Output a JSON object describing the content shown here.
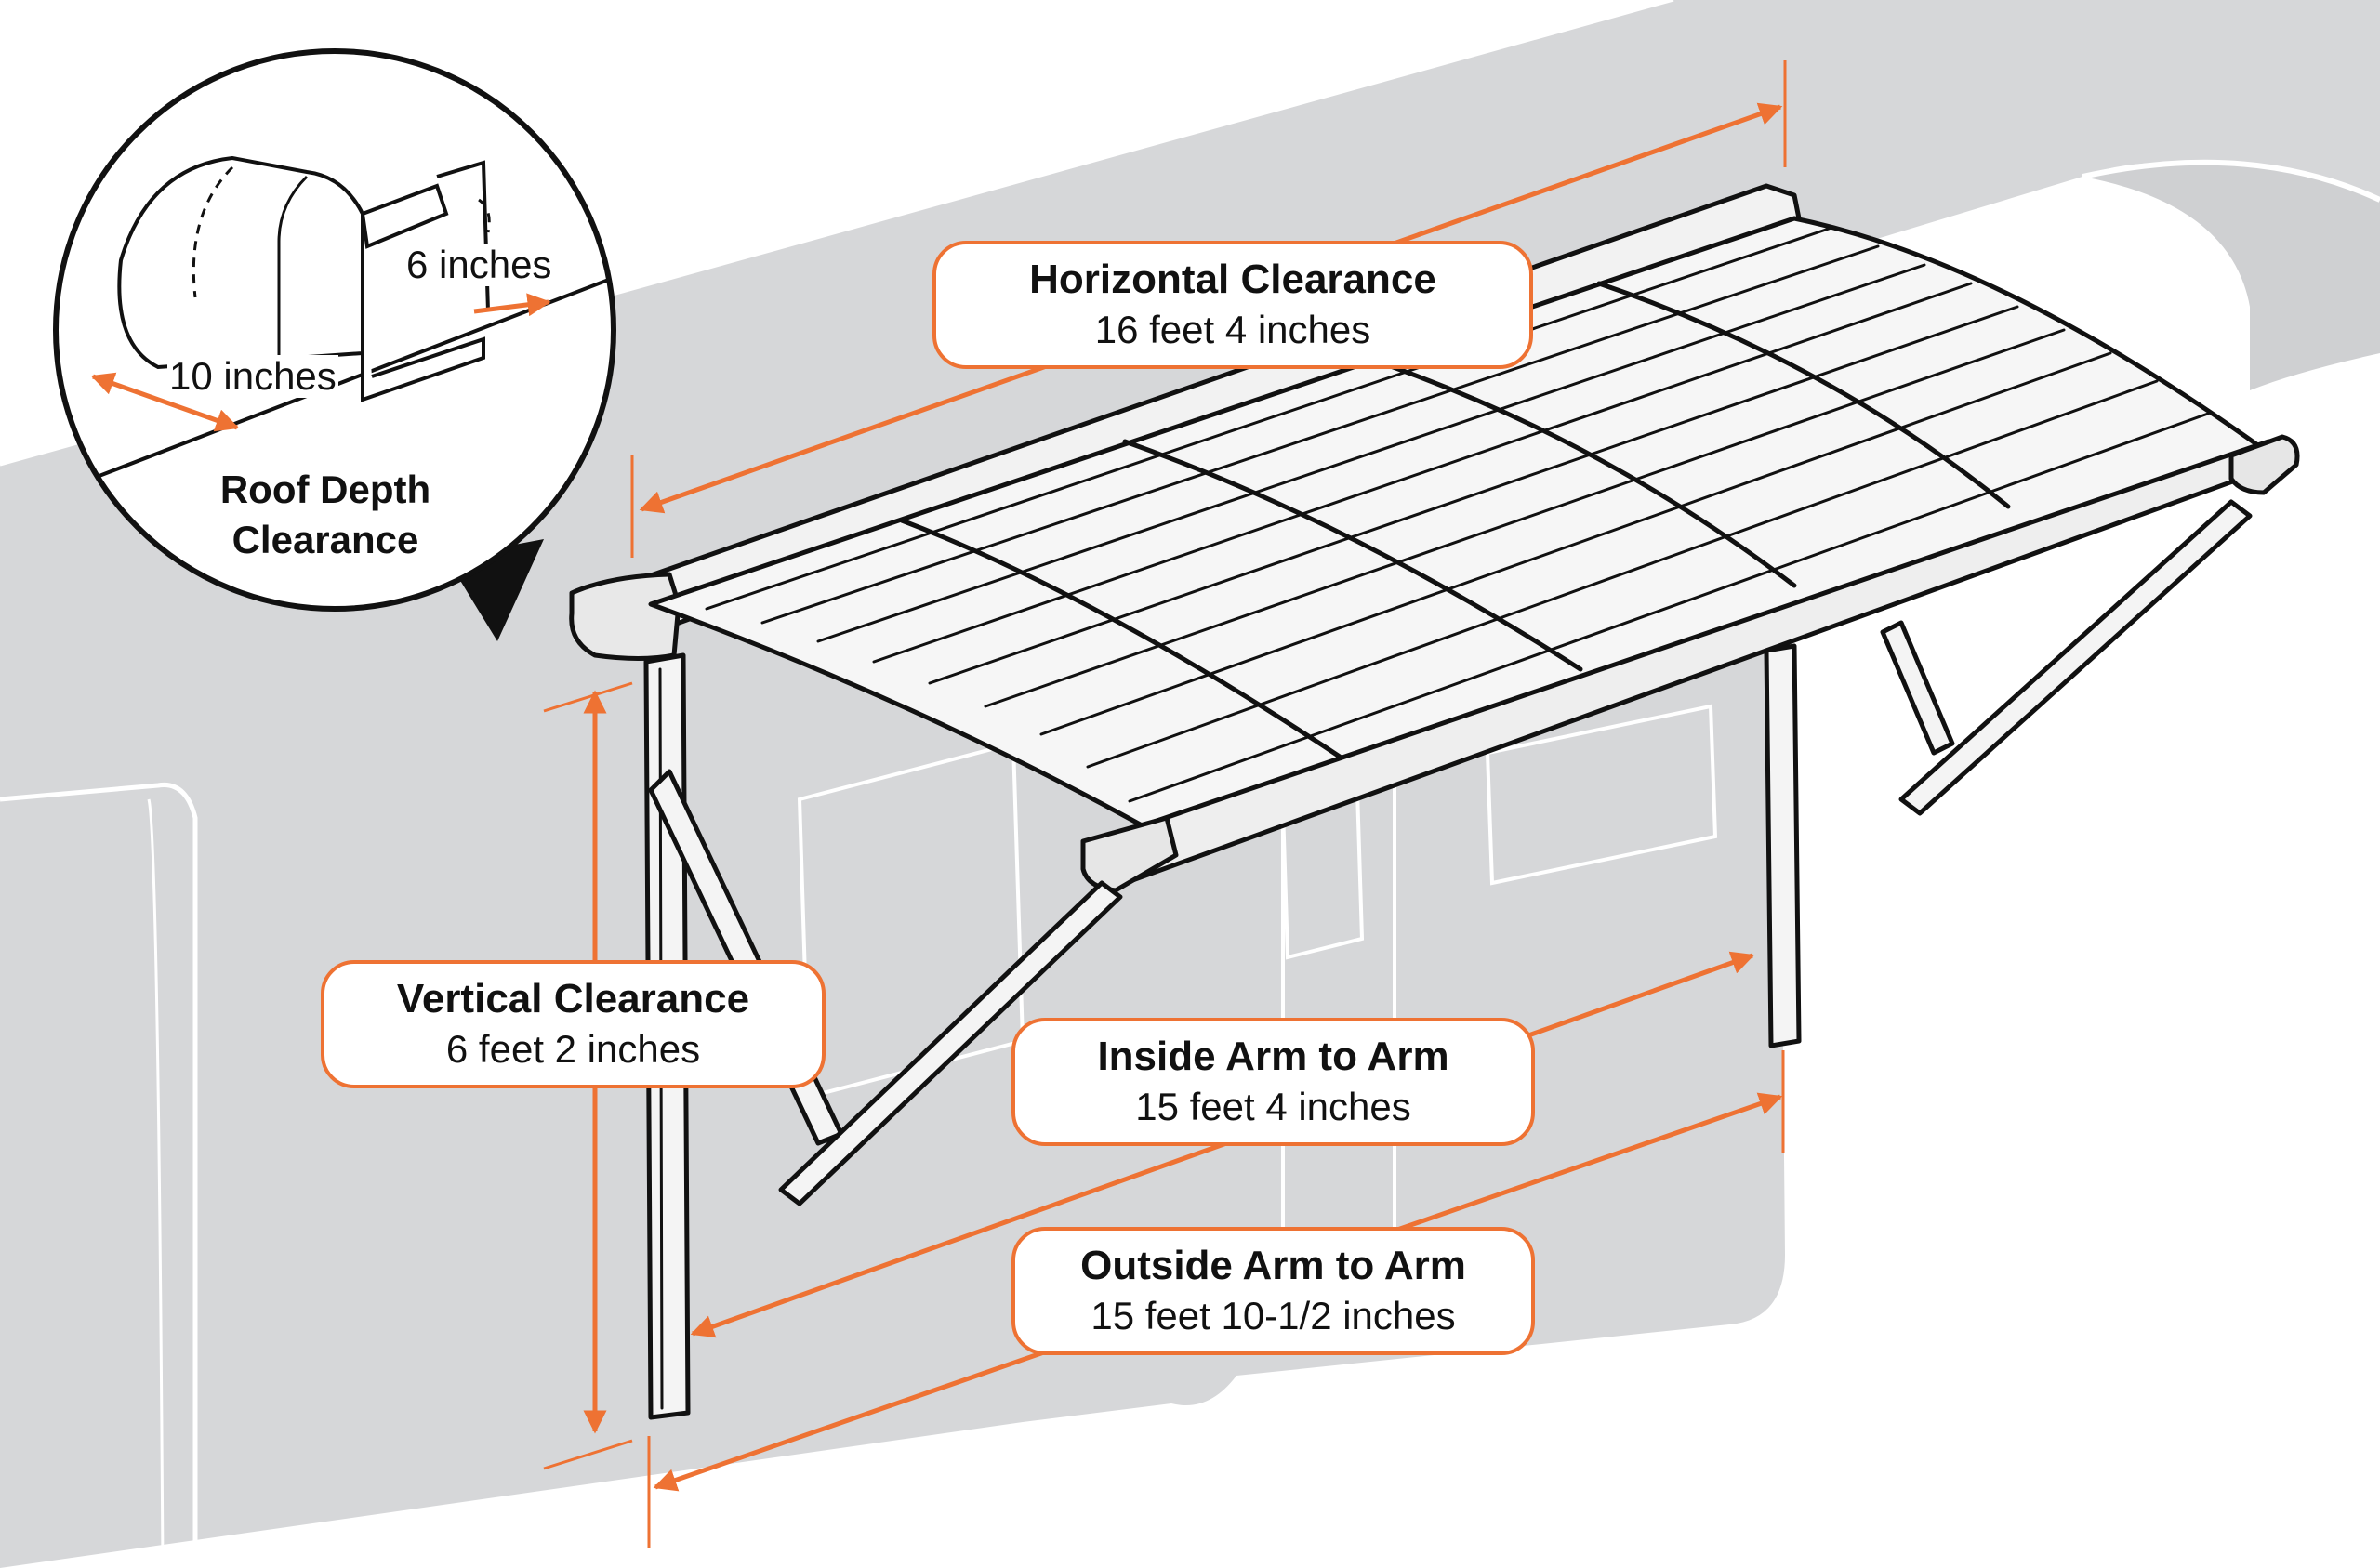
{
  "colors": {
    "accent": "#ee7233",
    "background_vehicle": "#d6d7d9",
    "outline": "#111111",
    "awning_fabric": "#f4f4f4"
  },
  "labels": {
    "horizontal": {
      "title": "Horizontal Clearance",
      "value": "16 feet 4 inches"
    },
    "vertical": {
      "title": "Vertical Clearance",
      "value": "6 feet 2 inches"
    },
    "inside": {
      "title": "Inside Arm to Arm",
      "value": "15 feet 4 inches"
    },
    "outside": {
      "title": "Outside Arm to Arm",
      "value": "15 feet 10-1/2 inches"
    }
  },
  "inset": {
    "height_label": "6 inches",
    "depth_label": "10 inches",
    "title_line1": "Roof Depth",
    "title_line2": "Clearance"
  }
}
